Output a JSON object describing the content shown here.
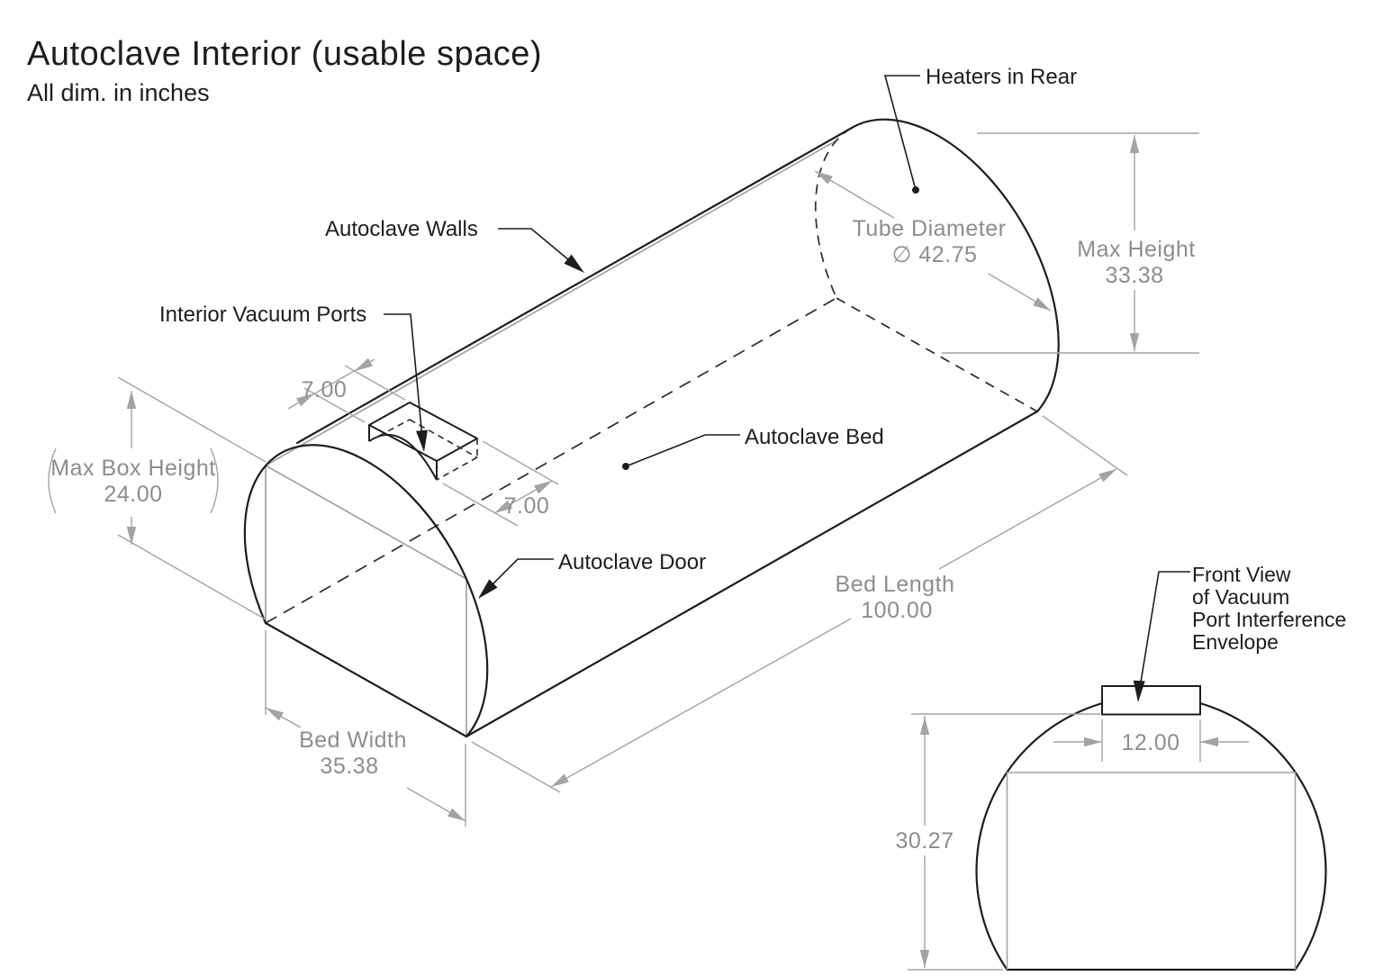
{
  "header": {
    "title": "Autoclave Interior (usable space)",
    "subtitle": "All dim. in inches"
  },
  "callouts": {
    "heaters": "Heaters in Rear",
    "walls": "Autoclave Walls",
    "vacuum_ports": "Interior Vacuum Ports",
    "bed": "Autoclave Bed",
    "door": "Autoclave Door",
    "front_view_label": [
      "Front View",
      "of Vacuum",
      "Port Interference",
      "Envelope"
    ]
  },
  "dimensions": {
    "tube_diameter_label": "Tube Diameter",
    "tube_diameter_value": "∅ 42.75",
    "max_height_label": "Max Height",
    "max_height_value": "33.38",
    "max_box_height_label": "Max Box Height",
    "max_box_height_value": "24.00",
    "bed_length_label": "Bed Length",
    "bed_length_value": "100.00",
    "bed_width_label": "Bed Width",
    "bed_width_value": "35.38",
    "port_length": "7.00",
    "port_length_right": "7.00",
    "port_width": "12.00",
    "usable_height": "30.27"
  },
  "colors": {
    "line": "#1d1d1d",
    "hidden": "#2b2b2b",
    "dim_line": "#a3a3a3",
    "dim_text": "#8d8d8d"
  }
}
